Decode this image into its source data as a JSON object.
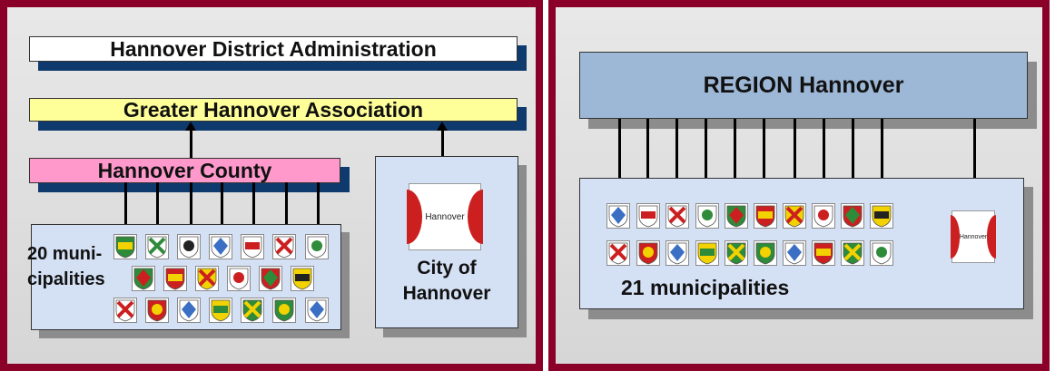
{
  "left": {
    "district_admin": "Hannover District Administration",
    "association": "Greater Hannover Association",
    "county": "Hannover County",
    "municipalities_label": "20 muni-\ncipalities",
    "city_logo_text": "Hannover",
    "city_label": "City of\nHannover",
    "crest_count": 20
  },
  "right": {
    "region": "REGION Hannover",
    "municipalities_label": "21 municipalities",
    "logo_text": "Hannover",
    "crest_count": 21
  },
  "colors": {
    "frame": "#8b0028",
    "association_fill": "#ffff99",
    "county_fill": "#ff99cc",
    "box_fill": "#d4e0f4",
    "region_fill": "#9db7d6",
    "shadow_blue": "#0f3a6e"
  },
  "crest_palette": [
    [
      "#2e8b3a",
      "#f2d200"
    ],
    [
      "#ffffff",
      "#2e8b3a"
    ],
    [
      "#ffffff",
      "#222222"
    ],
    [
      "#ffffff",
      "#3a6fc4"
    ],
    [
      "#ffffff",
      "#cc2020"
    ],
    [
      "#ffffff",
      "#cc2020"
    ],
    [
      "#ffffff",
      "#2e8b3a"
    ],
    [
      "#2e8b3a",
      "#cc2020"
    ],
    [
      "#cc2020",
      "#f2d200"
    ],
    [
      "#f2d200",
      "#cc2020"
    ],
    [
      "#ffffff",
      "#cc2020"
    ],
    [
      "#cc2020",
      "#2e8b3a"
    ],
    [
      "#f2d200",
      "#222222"
    ],
    [
      "#ffffff",
      "#cc2020"
    ],
    [
      "#cc2020",
      "#f2d200"
    ],
    [
      "#ffffff",
      "#3a6fc4"
    ],
    [
      "#f2d200",
      "#2e8b3a"
    ],
    [
      "#2e8b3a",
      "#f2d200"
    ],
    [
      "#2e8b3a",
      "#f2d200"
    ],
    [
      "#ffffff",
      "#3a6fc4"
    ],
    [
      "#cc2020",
      "#f2d200"
    ]
  ]
}
